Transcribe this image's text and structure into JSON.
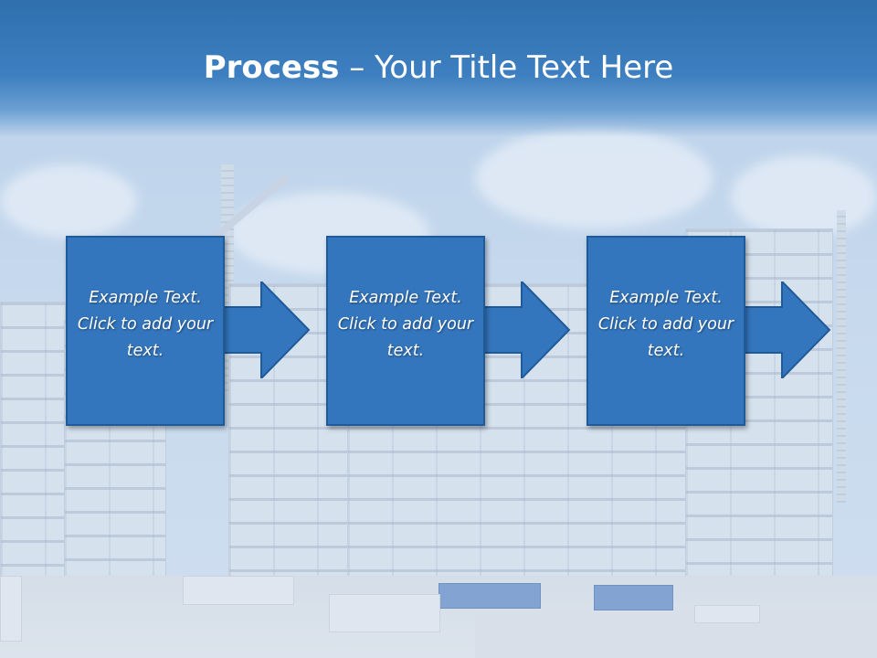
{
  "header": {
    "title_bold": "Process",
    "title_rest": " – Your Title Text Here"
  },
  "steps": [
    {
      "text": "Example Text. Click  to add your text."
    },
    {
      "text": "Example Text. Click  to add your text."
    },
    {
      "text": "Example Text. Click  to add your text."
    }
  ],
  "colors": {
    "header": "#3d7fc0",
    "box_fill": "#3476be",
    "box_border": "#1f5a99"
  },
  "icons": [
    "right-arrow-icon"
  ]
}
